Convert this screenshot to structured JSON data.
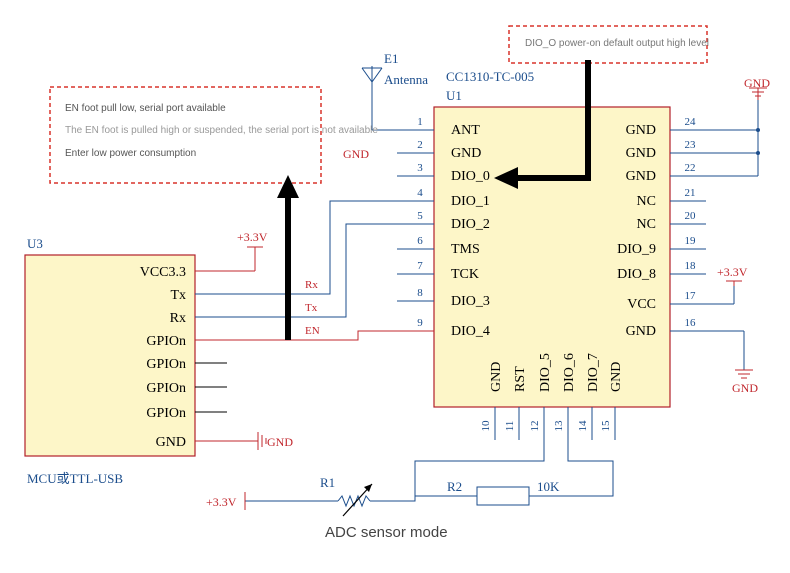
{
  "colors": {
    "chip_fill": "#fdf6c8",
    "chip_border": "#b2202a",
    "wire": "#1b4d8c",
    "power": "#c1272d",
    "note_text": "#777777",
    "note_border": "#d9342b",
    "arrow": "#000000"
  },
  "main_chip": {
    "part": "CC1310-TC-005",
    "ref": "U1",
    "left_pins": [
      {
        "num": "1",
        "name": "ANT"
      },
      {
        "num": "2",
        "name": "GND"
      },
      {
        "num": "3",
        "name": "DIO_0"
      },
      {
        "num": "4",
        "name": "DIO_1"
      },
      {
        "num": "5",
        "name": "DIO_2"
      },
      {
        "num": "6",
        "name": "TMS"
      },
      {
        "num": "7",
        "name": "TCK"
      },
      {
        "num": "8",
        "name": "DIO_3"
      },
      {
        "num": "9",
        "name": "DIO_4"
      }
    ],
    "right_pins": [
      {
        "num": "24",
        "name": "GND"
      },
      {
        "num": "23",
        "name": "GND"
      },
      {
        "num": "22",
        "name": "GND"
      },
      {
        "num": "21",
        "name": "NC"
      },
      {
        "num": "20",
        "name": "NC"
      },
      {
        "num": "19",
        "name": "DIO_9"
      },
      {
        "num": "18",
        "name": "DIO_8"
      },
      {
        "num": "17",
        "name": "VCC"
      },
      {
        "num": "16",
        "name": "GND"
      }
    ],
    "bottom_pins": [
      {
        "num": "10",
        "name": "GND"
      },
      {
        "num": "11",
        "name": "RST"
      },
      {
        "num": "12",
        "name": "DIO_5"
      },
      {
        "num": "13",
        "name": "DIO_6"
      },
      {
        "num": "14",
        "name": "DIO_7"
      },
      {
        "num": "15",
        "name": "GND"
      }
    ]
  },
  "mcu_chip": {
    "ref": "U3",
    "caption": "MCU或TTL-USB",
    "pins": [
      "VCC3.3",
      "Tx",
      "Rx",
      "GPIOn",
      "GPIOn",
      "GPIOn",
      "GPIOn",
      "GND"
    ]
  },
  "antenna": {
    "ref": "E1",
    "label": "Antenna"
  },
  "net_labels": {
    "gnd": "GND",
    "vcc": "+3.3V",
    "rx": "Rx",
    "tx": "Tx",
    "en": "EN"
  },
  "notes": {
    "top_right": "DIO_O power-on default output high level",
    "left": [
      "EN foot pull low, serial port available",
      "The EN foot is pulled high or suspended, the serial port is not available",
      "Enter low power consumption"
    ]
  },
  "resistors": {
    "r1": "R1",
    "r2": "R2",
    "r2_value": "10K"
  },
  "caption": "ADC sensor mode"
}
